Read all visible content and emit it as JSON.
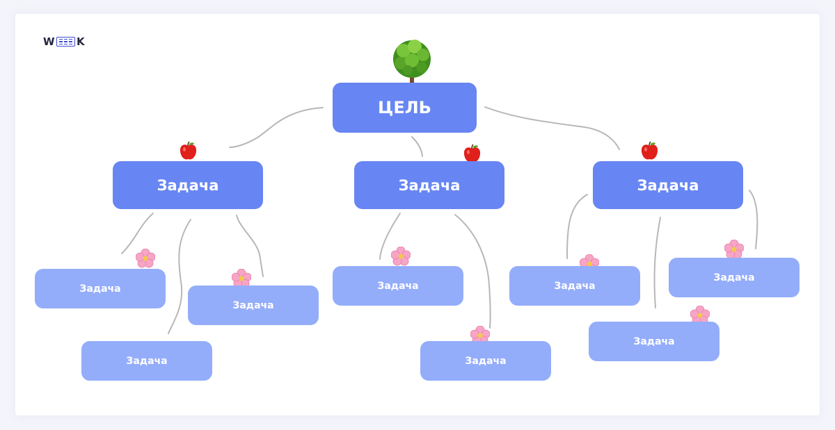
{
  "brand": {
    "logo_left": "W",
    "logo_right": "K"
  },
  "goal": {
    "label": "ЦЕЛЬ",
    "icon": "tree-icon"
  },
  "tasks": [
    {
      "label": "Задача",
      "icon": "apple-icon"
    },
    {
      "label": "Задача",
      "icon": "apple-icon"
    },
    {
      "label": "Задача",
      "icon": "apple-icon"
    }
  ],
  "subtasks": [
    {
      "label": "Задача",
      "icon": "flower-icon"
    },
    {
      "label": "Задача",
      "icon": "flower-icon"
    },
    {
      "label": "Задача"
    },
    {
      "label": "Задача",
      "icon": "flower-icon"
    },
    {
      "label": "Задача",
      "icon": "flower-icon"
    },
    {
      "label": "Задача",
      "icon": "flower-icon"
    },
    {
      "label": "Задача",
      "icon": "flower-icon"
    },
    {
      "label": "Задача",
      "icon": "flower-icon"
    }
  ],
  "colors": {
    "goal_fill": "#6786f3",
    "task_fill": "#6786f3",
    "subtask_fill": "#94adfa",
    "connector": "#b5b5b5",
    "logo_accent": "#3d4bd6"
  }
}
